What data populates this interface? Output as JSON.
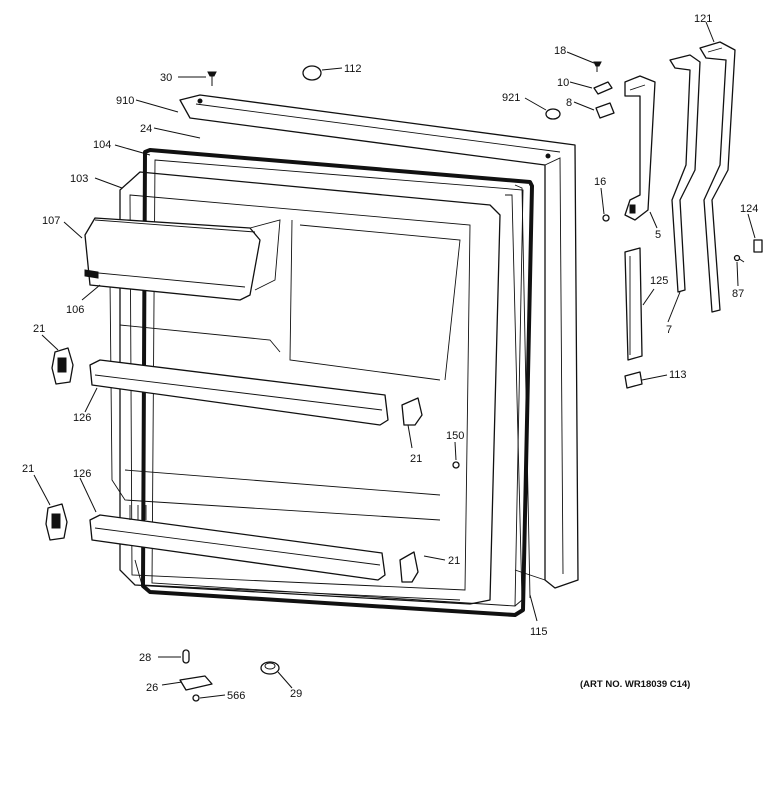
{
  "callouts": {
    "c30": "30",
    "c112": "112",
    "c910": "910",
    "c24": "24",
    "c104": "104",
    "c103": "103",
    "c107": "107",
    "c106": "106",
    "c21a": "21",
    "c126a": "126",
    "c21b": "21",
    "c126b": "126",
    "c21c": "21",
    "c21d": "21",
    "c150": "150",
    "c115": "115",
    "c28": "28",
    "c26": "26",
    "c566": "566",
    "c29": "29",
    "c18": "18",
    "c10": "10",
    "c921": "921",
    "c8": "8",
    "c16": "16",
    "c5": "5",
    "c121": "121",
    "c124": "124",
    "c87": "87",
    "c7": "7",
    "c125": "125",
    "c113": "113"
  },
  "art_number": "(ART NO. WR18039 C14)"
}
